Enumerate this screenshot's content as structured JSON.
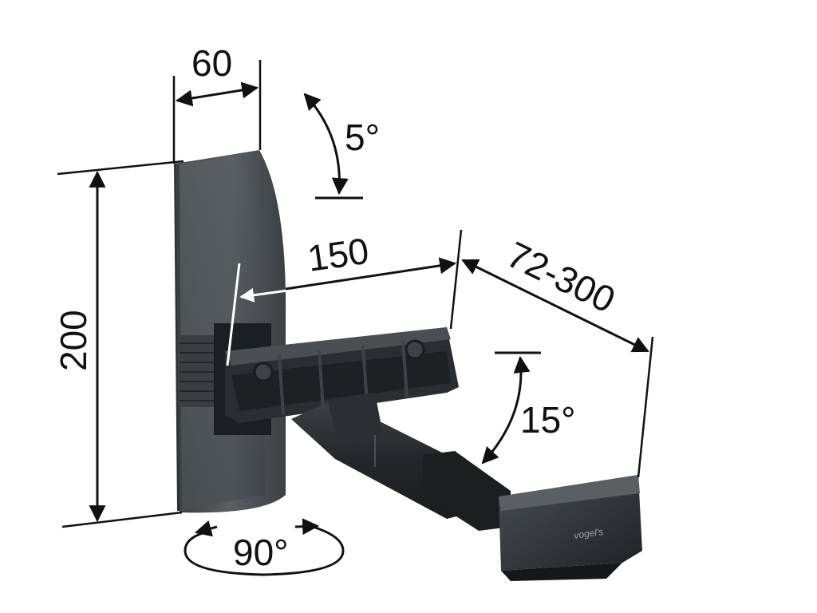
{
  "dimensions": {
    "depth": "60",
    "height": "200",
    "offset": "150",
    "arm_length": "72-300",
    "tilt": "5°",
    "swivel": "15°",
    "rotation": "90°"
  },
  "logo_text": "vogel's",
  "colors": {
    "bracket_dark": "#2e3236",
    "bracket_mid": "#4a4f54",
    "bracket_light": "#6b7075",
    "line": "#111111",
    "background": "#ffffff"
  }
}
